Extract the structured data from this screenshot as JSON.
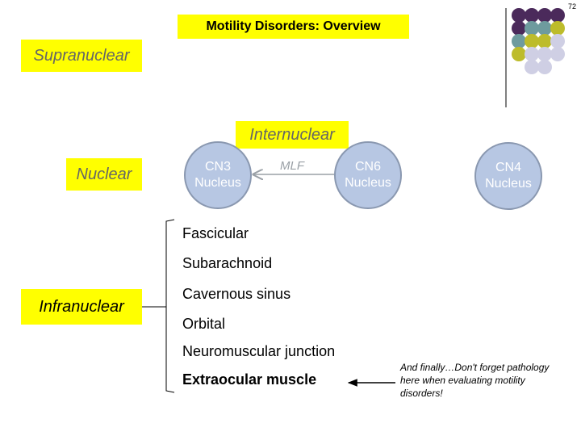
{
  "page_number": "72",
  "title": "Motility Disorders: Overview",
  "labels": {
    "supranuclear": "Supranuclear",
    "internuclear": "Internuclear",
    "nuclear": "Nuclear",
    "infranuclear": "Infranuclear",
    "mlf": "MLF"
  },
  "nuclei": {
    "cn3": {
      "line1": "CN3",
      "line2": "Nucleus"
    },
    "cn6": {
      "line1": "CN6",
      "line2": "Nucleus"
    },
    "cn4": {
      "line1": "CN4",
      "line2": "Nucleus"
    }
  },
  "infranuclear_levels": [
    "Fascicular",
    "Subarachnoid",
    "Cavernous sinus",
    "Orbital",
    "Neuromuscular junction",
    "Extraocular muscle"
  ],
  "note": "And finally…Don't forget pathology here when evaluating motility disorders!",
  "colors": {
    "highlight": "#ffff00",
    "nucleus_fill": "#b7c7e3",
    "decor_purple": "#4b2a5b",
    "decor_teal": "#6e9b9e",
    "decor_olive": "#bdbc2b",
    "decor_lavender": "#cfcfe4"
  },
  "decor_grid": [
    [
      "decor_purple",
      "decor_purple",
      "decor_purple",
      "decor_purple"
    ],
    [
      "decor_purple",
      "decor_teal",
      "decor_teal",
      "decor_olive"
    ],
    [
      "decor_teal",
      "decor_olive",
      "decor_olive",
      "decor_lavender"
    ],
    [
      "decor_olive",
      "decor_lavender",
      "decor_lavender",
      "decor_lavender"
    ],
    [
      "",
      "decor_lavender",
      "decor_lavender",
      ""
    ]
  ]
}
